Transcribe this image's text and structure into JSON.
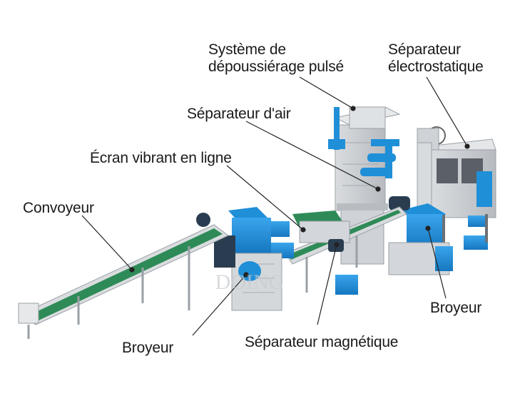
{
  "diagram": {
    "labels": {
      "dedusting": [
        "Système de",
        "dépoussiérage pulsé"
      ],
      "electrostatic": [
        "Séparateur",
        "électrostatique"
      ],
      "air_separator": "Séparateur d'air",
      "vibrating_screen": "Écran vibrant en ligne",
      "conveyor": "Convoyeur",
      "crusher_left": "Broyeur",
      "crusher_right": "Broyeur",
      "magnetic_separator": "Séparateur magnétique"
    },
    "watermark": "DOING",
    "colors": {
      "machine_blue": "#1f8fd8",
      "belt_green": "#2e8b57",
      "frame_gray": "#c9ccd0",
      "text": "#1a1a1a"
    }
  }
}
